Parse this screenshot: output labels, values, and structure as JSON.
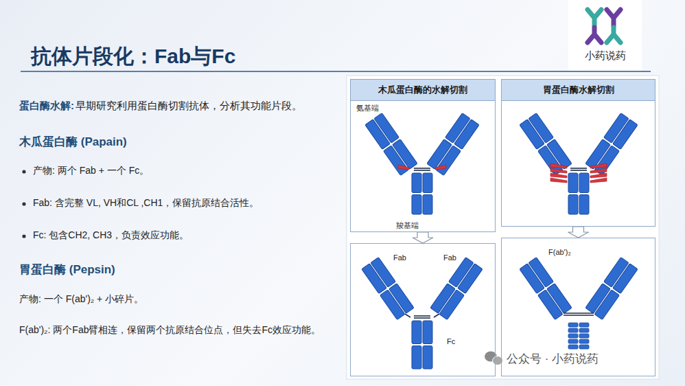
{
  "diagram": {
    "title": "抗体片段化：Fab与Fc",
    "nodes": [
      {
        "text": [
          "木瓜蛋白酶的水解切割",
          "氨基端",
          "羧基端"
        ]
      },
      {
        "text": [
          "Fab",
          "Fab",
          "Fc"
        ]
      },
      {
        "text": [
          "胃蛋白酶水解切割"
        ]
      },
      {
        "text": [
          "F(ab')₂"
        ]
      },
      {
        "text": [
          "小药说药"
        ]
      }
    ],
    "edges": [
      {
        "from": 0,
        "to": 1,
        "arrow": "to"
      },
      {
        "from": 2,
        "to": 3,
        "arrow": "to"
      }
    ],
    "labels": [
      "蛋白酶水解:",
      "早期研究利用蛋白酶切割抗体，分析其功能片段。",
      "木瓜蛋白酶 (Papain)",
      "产物: 两个 Fab + 一个 Fc。",
      "Fab: 含完整 VL, VH和CL ,CH1，保留抗原结合活性。",
      "Fc: 包含CH2, CH3，负责效应功能。",
      "胃蛋白酶 (Pepsin)",
      "产物: 一个 F(ab')₂ + 小碎片。",
      "F(ab')₂: 两个Fab臂相连，保留两个抗原结合位点，但失去Fc效应功能。",
      "公众号 · 小药说药"
    ]
  }
}
